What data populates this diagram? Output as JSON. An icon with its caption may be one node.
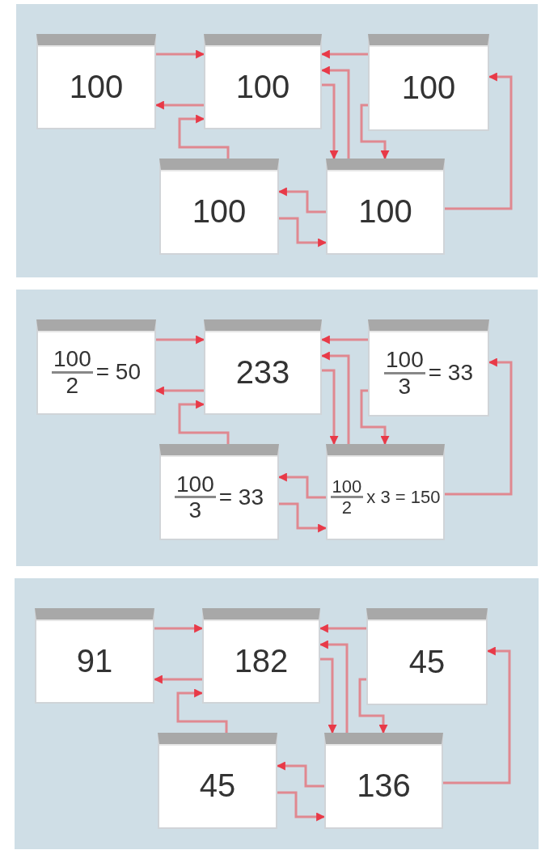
{
  "diagram": {
    "nodes": [
      {
        "text": [
          "100"
        ]
      },
      {
        "text": [
          "100"
        ]
      },
      {
        "text": [
          "100"
        ]
      },
      {
        "text": [
          "100"
        ]
      },
      {
        "text": [
          "100"
        ]
      },
      {
        "text": [
          "100",
          "2",
          "= 50"
        ]
      },
      {
        "text": [
          "233"
        ]
      },
      {
        "text": [
          "100",
          "3",
          "= 33"
        ]
      },
      {
        "text": [
          "100",
          "3",
          "= 33"
        ]
      },
      {
        "text": [
          "100",
          "2",
          "x 3 = 150"
        ]
      },
      {
        "text": [
          "91"
        ]
      },
      {
        "text": [
          "182"
        ]
      },
      {
        "text": [
          "45"
        ]
      },
      {
        "text": [
          "45"
        ]
      },
      {
        "text": [
          "136"
        ]
      }
    ],
    "edges": [
      {
        "from": 0,
        "to": 1,
        "arrow": "to"
      },
      {
        "from": 1,
        "to": 0,
        "arrow": "to"
      },
      {
        "from": 3,
        "to": 1,
        "arrow": "to"
      },
      {
        "from": 2,
        "to": 1,
        "arrow": "to"
      },
      {
        "from": 4,
        "to": 1,
        "arrow": "to"
      },
      {
        "from": 1,
        "to": 4,
        "arrow": "to"
      },
      {
        "from": 2,
        "to": 4,
        "arrow": "to"
      },
      {
        "from": 4,
        "to": 2,
        "arrow": "to"
      },
      {
        "from": 4,
        "to": 3,
        "arrow": "to"
      },
      {
        "from": 3,
        "to": 4,
        "arrow": "to"
      },
      {
        "from": 5,
        "to": 6,
        "arrow": "to"
      },
      {
        "from": 6,
        "to": 5,
        "arrow": "to"
      },
      {
        "from": 8,
        "to": 6,
        "arrow": "to"
      },
      {
        "from": 7,
        "to": 6,
        "arrow": "to"
      },
      {
        "from": 9,
        "to": 6,
        "arrow": "to"
      },
      {
        "from": 6,
        "to": 9,
        "arrow": "to"
      },
      {
        "from": 7,
        "to": 9,
        "arrow": "to"
      },
      {
        "from": 9,
        "to": 7,
        "arrow": "to"
      },
      {
        "from": 9,
        "to": 8,
        "arrow": "to"
      },
      {
        "from": 8,
        "to": 9,
        "arrow": "to"
      },
      {
        "from": 10,
        "to": 11,
        "arrow": "to"
      },
      {
        "from": 11,
        "to": 10,
        "arrow": "to"
      },
      {
        "from": 13,
        "to": 11,
        "arrow": "to"
      },
      {
        "from": 12,
        "to": 11,
        "arrow": "to"
      },
      {
        "from": 14,
        "to": 11,
        "arrow": "to"
      },
      {
        "from": 11,
        "to": 14,
        "arrow": "to"
      },
      {
        "from": 12,
        "to": 14,
        "arrow": "to"
      },
      {
        "from": 14,
        "to": 12,
        "arrow": "to"
      },
      {
        "from": 14,
        "to": 13,
        "arrow": "to"
      },
      {
        "from": 13,
        "to": 14,
        "arrow": "to"
      }
    ]
  }
}
